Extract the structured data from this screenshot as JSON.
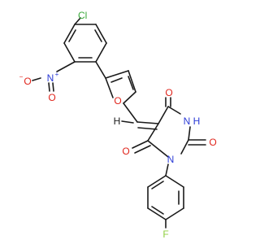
{
  "structure": {
    "atoms": {
      "cl": {
        "text": "Cl",
        "color": "#3aa83a"
      },
      "nitro_o_left": {
        "text": "O",
        "color": "#e0241b"
      },
      "nitro_o_left_charge": {
        "text": "−",
        "color": "#e0241b"
      },
      "nitro_n": {
        "text": "N",
        "color": "#2b3bd6"
      },
      "nitro_n_charge": {
        "text": "+",
        "color": "#2b3bd6"
      },
      "nitro_o_bottom": {
        "text": "O",
        "color": "#e0241b"
      },
      "furan_o": {
        "text": "O",
        "color": "#e0241b"
      },
      "h_methine": {
        "text": "H",
        "color": "#1a1a1a"
      },
      "o_top": {
        "text": "O",
        "color": "#e0241b"
      },
      "nh_n": {
        "text": "N",
        "color": "#2b3bd6"
      },
      "nh_h": {
        "text": "H",
        "color": "#2b3bd6"
      },
      "o_right": {
        "text": "O",
        "color": "#e0241b"
      },
      "n_ring": {
        "text": "N",
        "color": "#2b3bd6"
      },
      "o_left": {
        "text": "O",
        "color": "#e0241b"
      },
      "f": {
        "text": "F",
        "color": "#8fcf3f"
      }
    }
  }
}
